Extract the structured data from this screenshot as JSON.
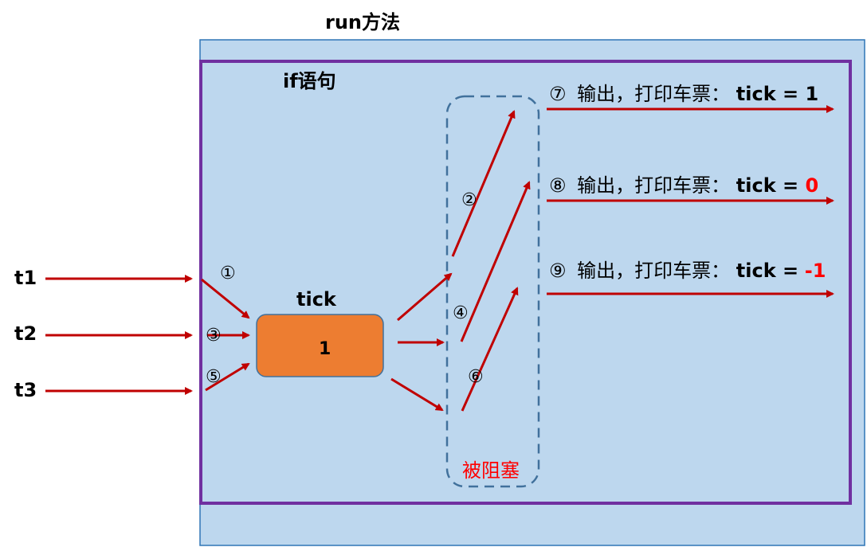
{
  "title": "run方法",
  "if_block": {
    "label": "if语句"
  },
  "threads": [
    "t1",
    "t2",
    "t3"
  ],
  "tick_box": {
    "label": "tick",
    "value": "1"
  },
  "blocked_zone": {
    "label": "被阻塞"
  },
  "steps": {
    "s1": "①",
    "s2": "②",
    "s3": "③",
    "s4": "④",
    "s5": "⑤",
    "s6": "⑥"
  },
  "outputs": [
    {
      "step": "⑦",
      "text": "输出，打印车票：",
      "tick_prefix": "tick = ",
      "value": "1"
    },
    {
      "step": "⑧",
      "text": "输出，打印车票：",
      "tick_prefix": "tick = ",
      "value": "0"
    },
    {
      "step": "⑨",
      "text": "输出，打印车票：",
      "tick_prefix": "tick =",
      "value": "-1"
    }
  ],
  "colors": {
    "outer_fill": "#bdd7ee",
    "outer_border": "#2e75b6",
    "if_border": "#7030a0",
    "tick_box_fill": "#ed7d31",
    "tick_box_border": "#41719c",
    "blocked_border": "#41719c",
    "arrow": "#c00000",
    "highlight_red": "#ff0000"
  }
}
